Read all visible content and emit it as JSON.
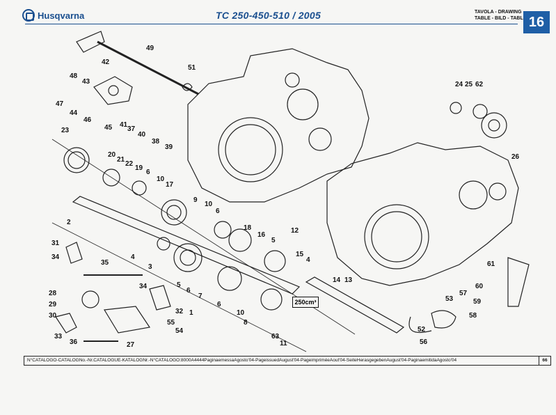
{
  "header": {
    "brand": "Husqvarna",
    "model": "TC 250-450-510 / 2005",
    "table_label_1": "TAVOLA - DRAWING",
    "table_label_2": "TABLE - BILD - TABLA",
    "table_number": "16"
  },
  "drawing": {
    "displacement_box": "250cm³",
    "part_labels": [
      "49",
      "42",
      "51",
      "48",
      "43",
      "47",
      "44",
      "46",
      "45",
      "41",
      "37",
      "40",
      "38",
      "39",
      "23",
      "20",
      "21",
      "22",
      "19",
      "6",
      "10",
      "17",
      "2",
      "9",
      "10",
      "6",
      "18",
      "16",
      "5",
      "12",
      "31",
      "34",
      "4",
      "3",
      "5",
      "6",
      "7",
      "35",
      "15",
      "4",
      "14",
      "13",
      "28",
      "29",
      "34",
      "30",
      "32",
      "8",
      "10",
      "6",
      "33",
      "36",
      "27",
      "55",
      "54",
      "1",
      "11",
      "63",
      "24",
      "25",
      "62",
      "26",
      "61",
      "60",
      "57",
      "59",
      "58",
      "53",
      "52",
      "56"
    ]
  },
  "footer": {
    "catalog_text": "N°CATALOGO-CATALOGNo.-Nr.CATALOGUE-KATALOGNr.-N°CATALOGO:8000A4444PaginaemessaAgosto'04-PageissuedAugust'04-PageimpriméeAout'04-SeiteHerasgegebenAugust'04-PaginaemitidaAgosto'04",
    "page_number": "66"
  }
}
